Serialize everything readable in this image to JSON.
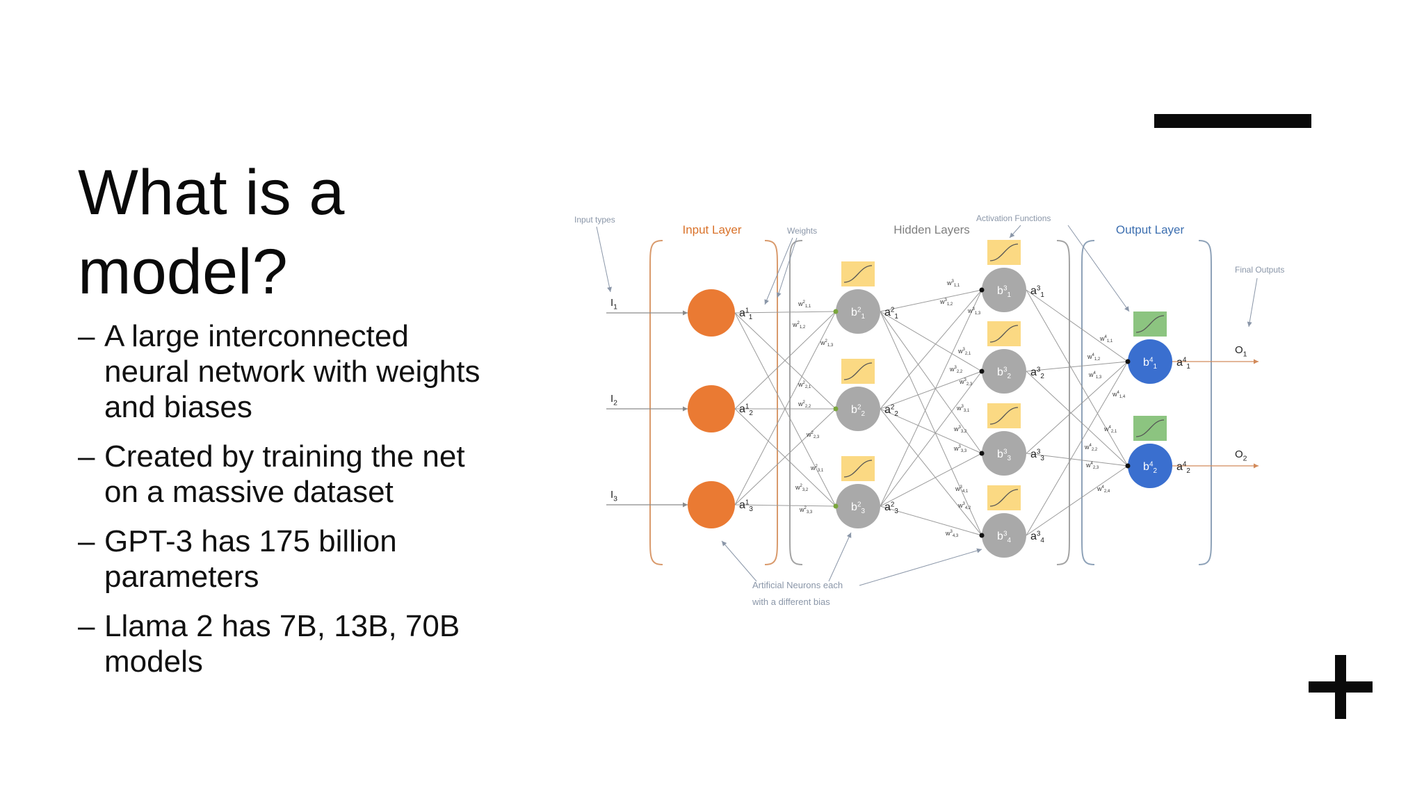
{
  "slide": {
    "title": "What is a model?",
    "bullets": [
      "A large interconnected neural network with weights and biases",
      "Created by training the net on a massive dataset",
      "GPT-3 has 175 billion parameters",
      "Llama 2 has 7B, 13B, 70B models"
    ],
    "bullet_marker": "–"
  },
  "diagram": {
    "headers": {
      "input_layer": "Input Layer",
      "hidden_layers": "Hidden Layers",
      "output_layer": "Output Layer"
    },
    "annotations": {
      "input_types": "Input types",
      "weights": "Weights",
      "activation_functions": "Activation Functions",
      "final_outputs": "Final Outputs",
      "neurons_line1": "Artificial Neurons each",
      "neurons_line2": "with a different bias"
    },
    "inputs": [
      "I1",
      "I2",
      "I3"
    ],
    "outputs": [
      "O1",
      "O2"
    ],
    "input_layer_nodes": [
      "a1,1",
      "a1,2",
      "a1,3"
    ],
    "hidden_layer_1_nodes": [
      {
        "bias": "b2,1",
        "activation": "a2,1"
      },
      {
        "bias": "b2,2",
        "activation": "a2,2"
      },
      {
        "bias": "b2,3",
        "activation": "a2,3"
      }
    ],
    "hidden_layer_2_nodes": [
      {
        "bias": "b3,1",
        "activation": "a3,1"
      },
      {
        "bias": "b3,2",
        "activation": "a3,2"
      },
      {
        "bias": "b3,3",
        "activation": "a3,3"
      },
      {
        "bias": "b3,4",
        "activation": "a3,4"
      }
    ],
    "output_layer_nodes": [
      {
        "bias": "b4,1",
        "activation": "a4,1"
      },
      {
        "bias": "b4,2",
        "activation": "a4,2"
      }
    ],
    "weights_layer_2": [
      "w2 1,1",
      "w2 1,2",
      "w2 1,3",
      "w2 2,1",
      "w2 2,2",
      "w2 2,3",
      "w2 3,1",
      "w2 3,2",
      "w2 3,3"
    ],
    "weights_layer_3": [
      "w3 1,1",
      "w3 1,2",
      "w3 1,3",
      "w3 2,1",
      "w3 2,2",
      "w3 2,3",
      "w3 3,1",
      "w3 3,2",
      "w3 3,3",
      "w3 4,1",
      "w3 4,2",
      "w3 4,3"
    ],
    "weights_layer_4": [
      "w4 1,1",
      "w4 1,2",
      "w4 1,3",
      "w4 1,4",
      "w4 2,1",
      "w4 2,2",
      "w4 2,3",
      "w4 2,4"
    ],
    "colors": {
      "input_node": "#ea7a33",
      "hidden_node": "#a9a9a9",
      "output_node": "#3a6fcf",
      "activation_box_hidden": "#fbd983",
      "activation_box_output": "#8cc480",
      "input_bracket": "#d99a6c",
      "hidden_bracket": "#a3a3a3",
      "output_bracket": "#8ea2b8",
      "input_header": "#d9722a",
      "hidden_header": "#7f7f7f",
      "output_header": "#3d6fb0"
    }
  }
}
